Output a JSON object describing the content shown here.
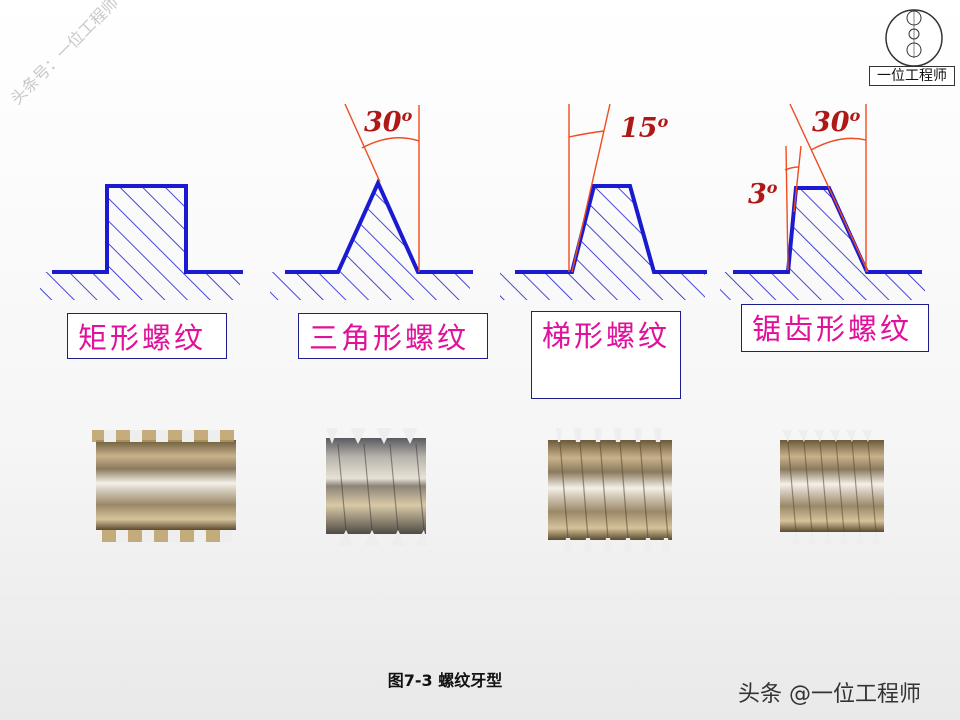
{
  "labels": {
    "rect": "矩形螺纹",
    "tri": "三角形螺纹",
    "trap": "梯形螺纹",
    "saw": "锯齿形螺纹"
  },
  "angles": {
    "tri_main": "30",
    "trap_main": "15",
    "saw_main": "30",
    "saw_small": "3",
    "unit": "o"
  },
  "caption": "图7-3 螺纹牙型",
  "watermark_footer": "头条 @一位工程师",
  "watermark_side": "头条号：一位工程师",
  "logo": {
    "text": "一位工程师"
  },
  "colors": {
    "profile": "#1a1ad0",
    "construction": "#ee4d1f",
    "label_text": "#e0119b",
    "label_border": "#1d1d8c"
  }
}
